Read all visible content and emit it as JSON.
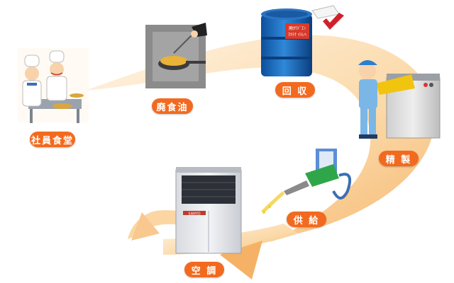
{
  "colors": {
    "label_bg": "#f26a1f",
    "arrow_light": "#fff1dd",
    "arrow_dark": "#f7c384"
  },
  "steps": [
    {
      "id": "cafeteria",
      "label": "社員食堂",
      "icon": "chefs-cooking-icon"
    },
    {
      "id": "waste-oil",
      "label": "廃食油",
      "icon": "frying-pan-icon"
    },
    {
      "id": "collection",
      "label": "回 収",
      "icon": "oil-drum-icon"
    },
    {
      "id": "refining",
      "label": "精 製",
      "icon": "refinery-worker-icon"
    },
    {
      "id": "supply",
      "label": "供 給",
      "icon": "fuel-nozzle-icon"
    },
    {
      "id": "air-conditioning",
      "label": "空 調",
      "icon": "air-conditioner-unit-icon"
    }
  ],
  "drum_sticker_text": [
    "廃ｶﾜﾄﾞｴﾝ",
    "ﾏｸﾃﾅ ｲﾄﾚﾍ"
  ],
  "ac_unit_brand": "SANYO"
}
